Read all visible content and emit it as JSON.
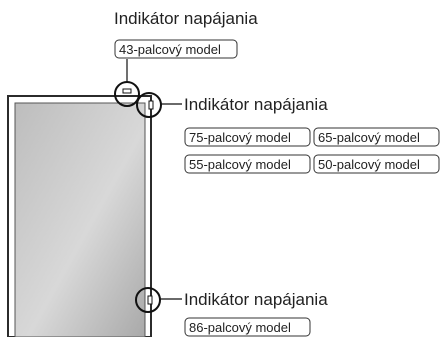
{
  "indicator_label": "Indikátor napájania",
  "models": {
    "m43": "43-palcový model",
    "m75": "75-palcový model",
    "m65": "65-palcový model",
    "m55": "55-palcový model",
    "m50": "50-palcový model",
    "m86": "86-palcový model"
  }
}
